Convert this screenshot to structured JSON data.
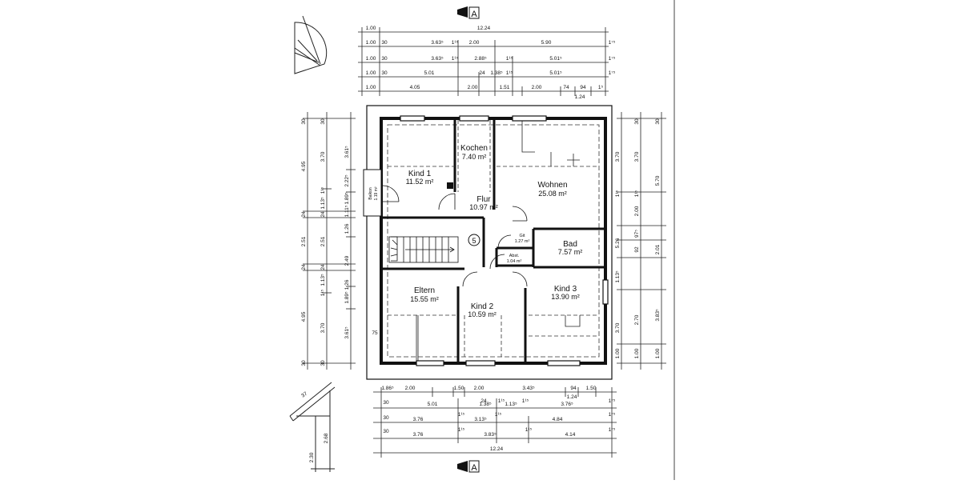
{
  "section_marker": "A",
  "stair_number": "5",
  "roof_angle": "37",
  "rooms": [
    {
      "name": "Kind  1",
      "area": "11.52 m²"
    },
    {
      "name": "Kochen",
      "area": "7.40 m²"
    },
    {
      "name": "Wohnen",
      "area": "25.08 m²"
    },
    {
      "name": "Flur",
      "area": "10.97 m²"
    },
    {
      "name": "Bad",
      "area": "7.57 m²"
    },
    {
      "name": "Eltern",
      "area": "15.55 m²"
    },
    {
      "name": "Kind 2",
      "area": "10.59 m²"
    },
    {
      "name": "Kind  3",
      "area": "13.90 m²"
    },
    {
      "name": "Git",
      "area": "1.27 m²"
    },
    {
      "name": "Abst.",
      "area": "1.04 m²"
    }
  ],
  "balcony": {
    "name": "Balkon",
    "area": "1.19 m²"
  },
  "dims_top": {
    "r1": [
      "1.00",
      "12.24"
    ],
    "r2": [
      "1.00",
      "30",
      "3.63⁵",
      "1¹⁵",
      "2.00",
      "5.90",
      "1⁷⁵"
    ],
    "r3": [
      "1.00",
      "30",
      "3.63⁵",
      "1¹⁵",
      "2.88⁵",
      "1¹⁵",
      "5.01⁵",
      "1⁷⁵"
    ],
    "r4": [
      "1.00",
      "30",
      "5.01",
      "24",
      "1.38⁵",
      "1¹⁵",
      "5.01⁵",
      "1⁷⁵"
    ],
    "r5": [
      "1.00",
      "4.05",
      "2.00",
      "1.51",
      "2.00",
      "74",
      "94",
      "1.24",
      "1⁵"
    ]
  },
  "dims_bottom": {
    "r1": [
      "1.86⁵",
      "2.00",
      "1.50",
      "2.00",
      "3.43⁵",
      "94",
      "1.24",
      "1.50"
    ],
    "r2": [
      "30",
      "5.01",
      "24",
      "1.38⁵",
      "1¹⁵",
      "1.13⁵",
      "1¹⁵",
      "3.76⁵",
      "1⁷⁵"
    ],
    "r3": [
      "30",
      "3.76",
      "1¹⁵",
      "3.13⁵",
      "1¹⁵",
      "4.84",
      "1⁷⁵"
    ],
    "r4": [
      "30",
      "3.76",
      "1¹⁵",
      "3.83⁵",
      "1¹⁵",
      "4.14",
      "1⁷⁵"
    ],
    "r5": [
      "12.24"
    ]
  },
  "dims_left": {
    "outer": [
      "30",
      "4.95",
      "24",
      "2.51",
      "24",
      "4.95",
      "30"
    ],
    "mid": [
      "30",
      "3.70",
      "1¹⁵",
      "1.13⁵",
      "24",
      "2.51",
      "24",
      "1.13⁵",
      "1¹⁵",
      "3.70",
      "30"
    ],
    "inner": [
      "3.61⁵",
      "2.22⁵",
      "1.89⁵",
      "1.11⁵",
      "1.26",
      "2.49",
      "1.89⁵",
      "1.26",
      "3.61⁵",
      "75"
    ]
  },
  "dims_right": {
    "inner": [
      "3.70",
      "1¹⁵",
      "5.26",
      "1.13⁵",
      "3.70",
      "1.00"
    ],
    "mid": [
      "30",
      "3.70",
      "1¹⁵",
      "2.00",
      "97⁵",
      "92",
      "2.70",
      "1.00"
    ],
    "outer": [
      "30",
      "5.70",
      "2.01",
      "3.83⁵",
      "1.00"
    ]
  },
  "dims_roof": [
    "2.30",
    "2.68"
  ]
}
